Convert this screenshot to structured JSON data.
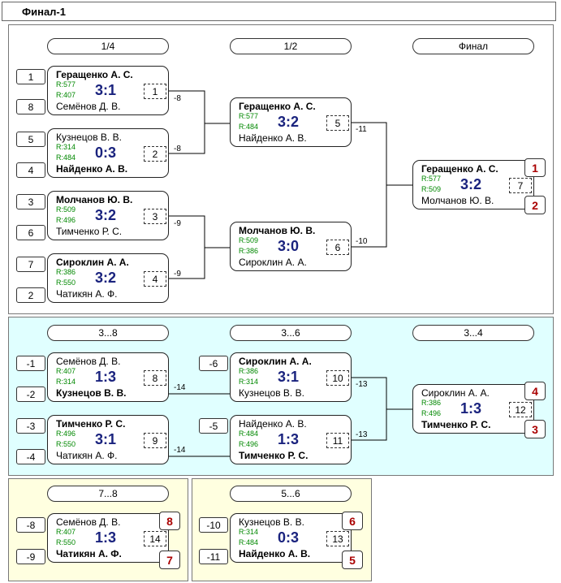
{
  "title": "Финал-1",
  "stages": {
    "s1": "1/4",
    "s2": "1/2",
    "s3": "Финал",
    "s4": "3...8",
    "s5": "3...6",
    "s6": "3...4",
    "s7": "7...8",
    "s8": "5...6"
  },
  "matches": [
    {
      "p1": "Геращенко А. С.",
      "r1": "R:577",
      "p2": "Семёнов Д. В.",
      "r2": "R:407",
      "score": "3:1",
      "num": "1",
      "winner": 1
    },
    {
      "p1": "Кузнецов В. В.",
      "r1": "R:314",
      "p2": "Найденко А. В.",
      "r2": "R:484",
      "score": "0:3",
      "num": "2",
      "winner": 2
    },
    {
      "p1": "Молчанов Ю. В.",
      "r1": "R:509",
      "p2": "Тимченко Р. С.",
      "r2": "R:496",
      "score": "3:2",
      "num": "3",
      "winner": 1
    },
    {
      "p1": "Сироклин А. А.",
      "r1": "R:386",
      "p2": "Чатикян А. Ф.",
      "r2": "R:550",
      "score": "3:2",
      "num": "4",
      "winner": 1
    },
    {
      "p1": "Геращенко А. С.",
      "r1": "R:577",
      "p2": "Найденко А. В.",
      "r2": "R:484",
      "score": "3:2",
      "num": "5",
      "winner": 1
    },
    {
      "p1": "Молчанов Ю. В.",
      "r1": "R:509",
      "p2": "Сироклин А. А.",
      "r2": "R:386",
      "score": "3:0",
      "num": "6",
      "winner": 1
    },
    {
      "p1": "Геращенко А. С.",
      "r1": "R:577",
      "p2": "Молчанов Ю. В.",
      "r2": "R:509",
      "score": "3:2",
      "num": "7",
      "winner": 1
    },
    {
      "p1": "Семёнов Д. В.",
      "r1": "R:407",
      "p2": "Кузнецов В. В.",
      "r2": "R:314",
      "score": "1:3",
      "num": "8",
      "winner": 2
    },
    {
      "p1": "Тимченко Р. С.",
      "r1": "R:496",
      "p2": "Чатикян А. Ф.",
      "r2": "R:550",
      "score": "3:1",
      "num": "9",
      "winner": 1
    },
    {
      "p1": "Сироклин А. А.",
      "r1": "R:386",
      "p2": "Кузнецов В. В.",
      "r2": "R:314",
      "score": "3:1",
      "num": "10",
      "winner": 1
    },
    {
      "p1": "Найденко А. В.",
      "r1": "R:484",
      "p2": "Тимченко Р. С.",
      "r2": "R:496",
      "score": "1:3",
      "num": "11",
      "winner": 2
    },
    {
      "p1": "Сироклин А. А.",
      "r1": "R:386",
      "p2": "Тимченко Р. С.",
      "r2": "R:496",
      "score": "1:3",
      "num": "12",
      "winner": 2
    },
    {
      "p1": "Семёнов Д. В.",
      "r1": "R:407",
      "p2": "Чатикян А. Ф.",
      "r2": "R:550",
      "score": "1:3",
      "num": "14",
      "winner": 2
    },
    {
      "p1": "Кузнецов В. В.",
      "r1": "R:314",
      "p2": "Найденко А. В.",
      "r2": "R:484",
      "score": "0:3",
      "num": "13",
      "winner": 2
    }
  ],
  "seeds": [
    "1",
    "8",
    "5",
    "4",
    "3",
    "6",
    "7",
    "2",
    "-1",
    "-2",
    "-3",
    "-4",
    "-6",
    "-5",
    "-8",
    "-9",
    "-10",
    "-11"
  ],
  "places": [
    "1",
    "2",
    "4",
    "3",
    "8",
    "7",
    "6",
    "5"
  ],
  "tags": [
    "-8",
    "-8",
    "-9",
    "-9",
    "-11",
    "-10",
    "-14",
    "-14",
    "-13",
    "-13"
  ],
  "colors": {
    "panel_main": "#ffffff",
    "panel_mid": "#e0ffff",
    "panel_low": "#ffffe0",
    "score": "#1a237e",
    "rating": "#008800",
    "place": "#aa0000"
  }
}
